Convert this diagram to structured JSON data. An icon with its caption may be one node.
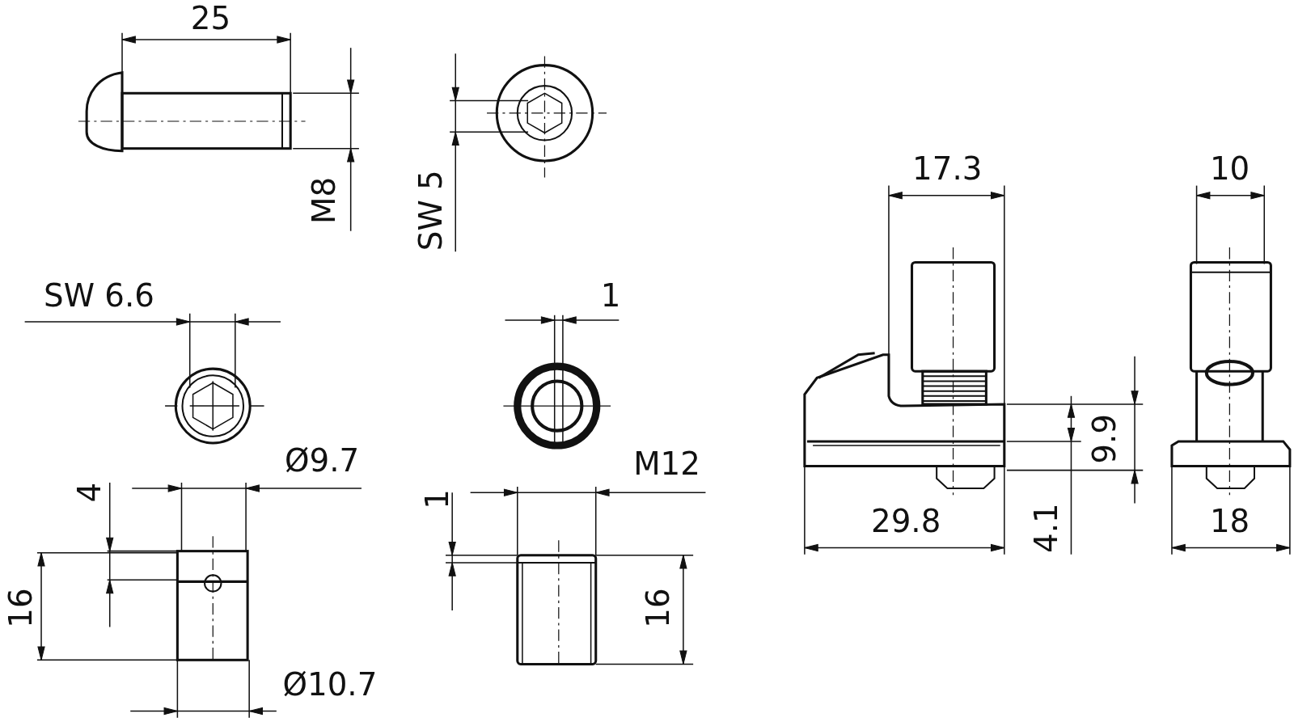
{
  "diagram": {
    "labels": [
      "25",
      "17.3",
      "10",
      "M8",
      "SW 5",
      "SW 6.6",
      "1",
      "Ø9.7",
      "M12",
      "9.9",
      "4",
      "1",
      "29.8",
      "18",
      "4.1",
      "16",
      "16",
      "Ø10.7"
    ]
  }
}
